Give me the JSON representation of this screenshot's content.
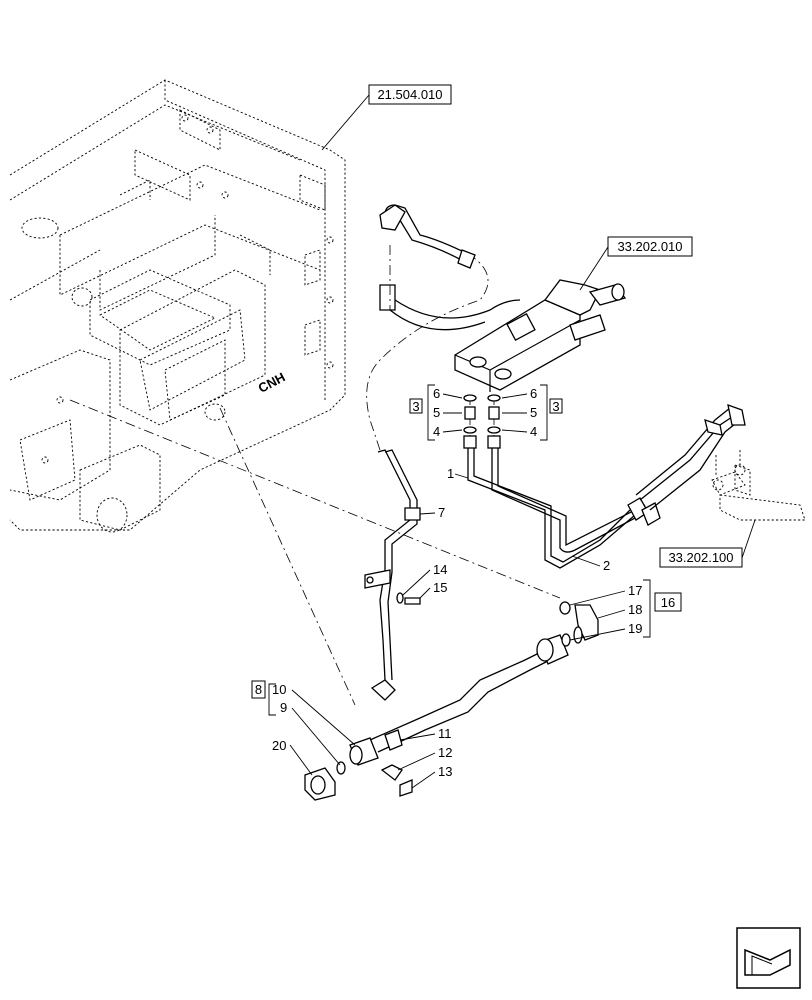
{
  "references": {
    "ref_21504010": "21.504.010",
    "ref_33202010": "33.202.010",
    "ref_33202100": "33.202.100"
  },
  "brand": {
    "housing_logo": "CNH"
  },
  "groups": {
    "group_3_left": "3",
    "group_3_right": "3",
    "group_16": "16",
    "group_8": "8"
  },
  "callouts": {
    "c1": "1",
    "c2": "2",
    "c4_left": "4",
    "c4_right": "4",
    "c5_left": "5",
    "c5_right": "5",
    "c6_left": "6",
    "c6_right": "6",
    "c7": "7",
    "c9": "9",
    "c10": "10",
    "c11": "11",
    "c12": "12",
    "c13": "13",
    "c14": "14",
    "c15": "15",
    "c17": "17",
    "c18": "18",
    "c19": "19",
    "c20": "20"
  },
  "icons": {
    "nav_icon": "arrow-back-icon"
  }
}
